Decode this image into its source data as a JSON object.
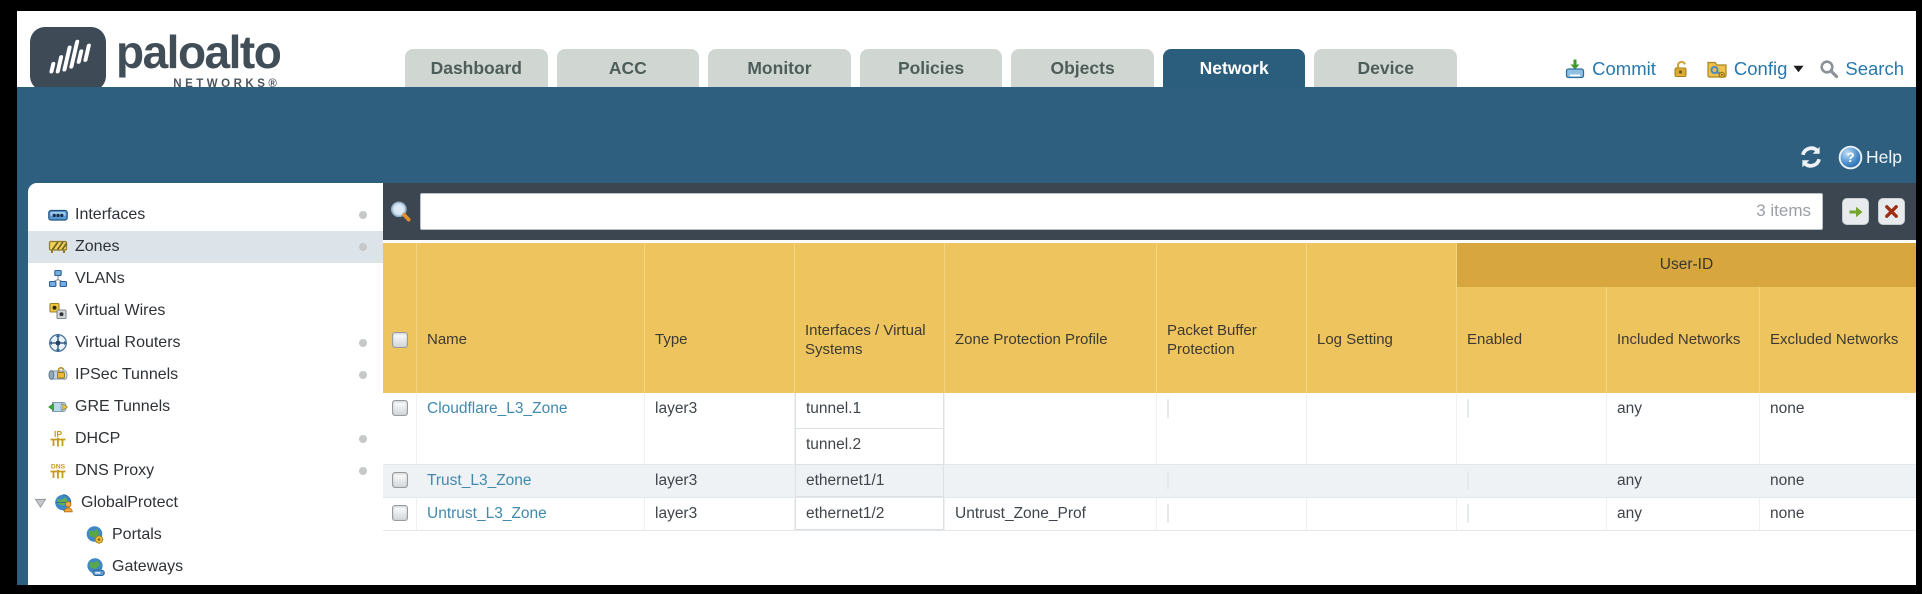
{
  "brand": {
    "name": "paloalto",
    "networks": "NETWORKS®"
  },
  "tabs": [
    {
      "label": "Dashboard",
      "active": false
    },
    {
      "label": "ACC",
      "active": false
    },
    {
      "label": "Monitor",
      "active": false
    },
    {
      "label": "Policies",
      "active": false
    },
    {
      "label": "Objects",
      "active": false
    },
    {
      "label": "Network",
      "active": true
    },
    {
      "label": "Device",
      "active": false
    }
  ],
  "toolbar": {
    "commit": "Commit",
    "config": "Config",
    "search": "Search"
  },
  "banner": {
    "help": "Help"
  },
  "sidebar": {
    "items": [
      {
        "label": "Interfaces",
        "icon": "interfaces-icon",
        "dot": true
      },
      {
        "label": "Zones",
        "icon": "zones-icon",
        "dot": true,
        "selected": true
      },
      {
        "label": "VLANs",
        "icon": "vlans-icon"
      },
      {
        "label": "Virtual Wires",
        "icon": "virtual-wires-icon"
      },
      {
        "label": "Virtual Routers",
        "icon": "virtual-routers-icon",
        "dot": true
      },
      {
        "label": "IPSec Tunnels",
        "icon": "ipsec-tunnels-icon",
        "dot": true
      },
      {
        "label": "GRE Tunnels",
        "icon": "gre-tunnels-icon"
      },
      {
        "label": "DHCP",
        "icon": "dhcp-icon",
        "dot": true
      },
      {
        "label": "DNS Proxy",
        "icon": "dns-proxy-icon",
        "dot": true
      },
      {
        "label": "GlobalProtect",
        "icon": "globalprotect-icon",
        "expanded": true
      },
      {
        "label": "Portals",
        "icon": "portals-icon",
        "child": true
      },
      {
        "label": "Gateways",
        "icon": "gateways-icon",
        "child": true
      }
    ]
  },
  "filter": {
    "value": "",
    "items_count": "3 items"
  },
  "table": {
    "user_id_group": "User-ID",
    "columns": [
      "",
      "Name",
      "Type",
      "Interfaces / Virtual Systems",
      "Zone Protection Profile",
      "Packet Buffer Protection",
      "Log Setting",
      "Enabled",
      "Included Networks",
      "Excluded Networks"
    ],
    "rows": [
      {
        "name": "Cloudflare_L3_Zone",
        "type": "layer3",
        "interfaces": [
          "tunnel.1",
          "tunnel.2"
        ],
        "zone_protection_profile": "",
        "log_setting": "",
        "included_networks": "any",
        "excluded_networks": "none"
      },
      {
        "name": "Trust_L3_Zone",
        "type": "layer3",
        "interfaces": [
          "ethernet1/1"
        ],
        "zone_protection_profile": "",
        "log_setting": "",
        "included_networks": "any",
        "excluded_networks": "none"
      },
      {
        "name": "Untrust_L3_Zone",
        "type": "layer3",
        "interfaces": [
          "ethernet1/2"
        ],
        "zone_protection_profile": "Untrust_Zone_Prof",
        "log_setting": "",
        "included_networks": "any",
        "excluded_networks": "none"
      }
    ]
  },
  "colors": {
    "banner_teal": "#2f5f7e",
    "header_gold": "#eec45f",
    "user_id_band_gold": "#d8a63f",
    "filter_slate": "#3c4650",
    "link_blue": "#4189ad"
  }
}
